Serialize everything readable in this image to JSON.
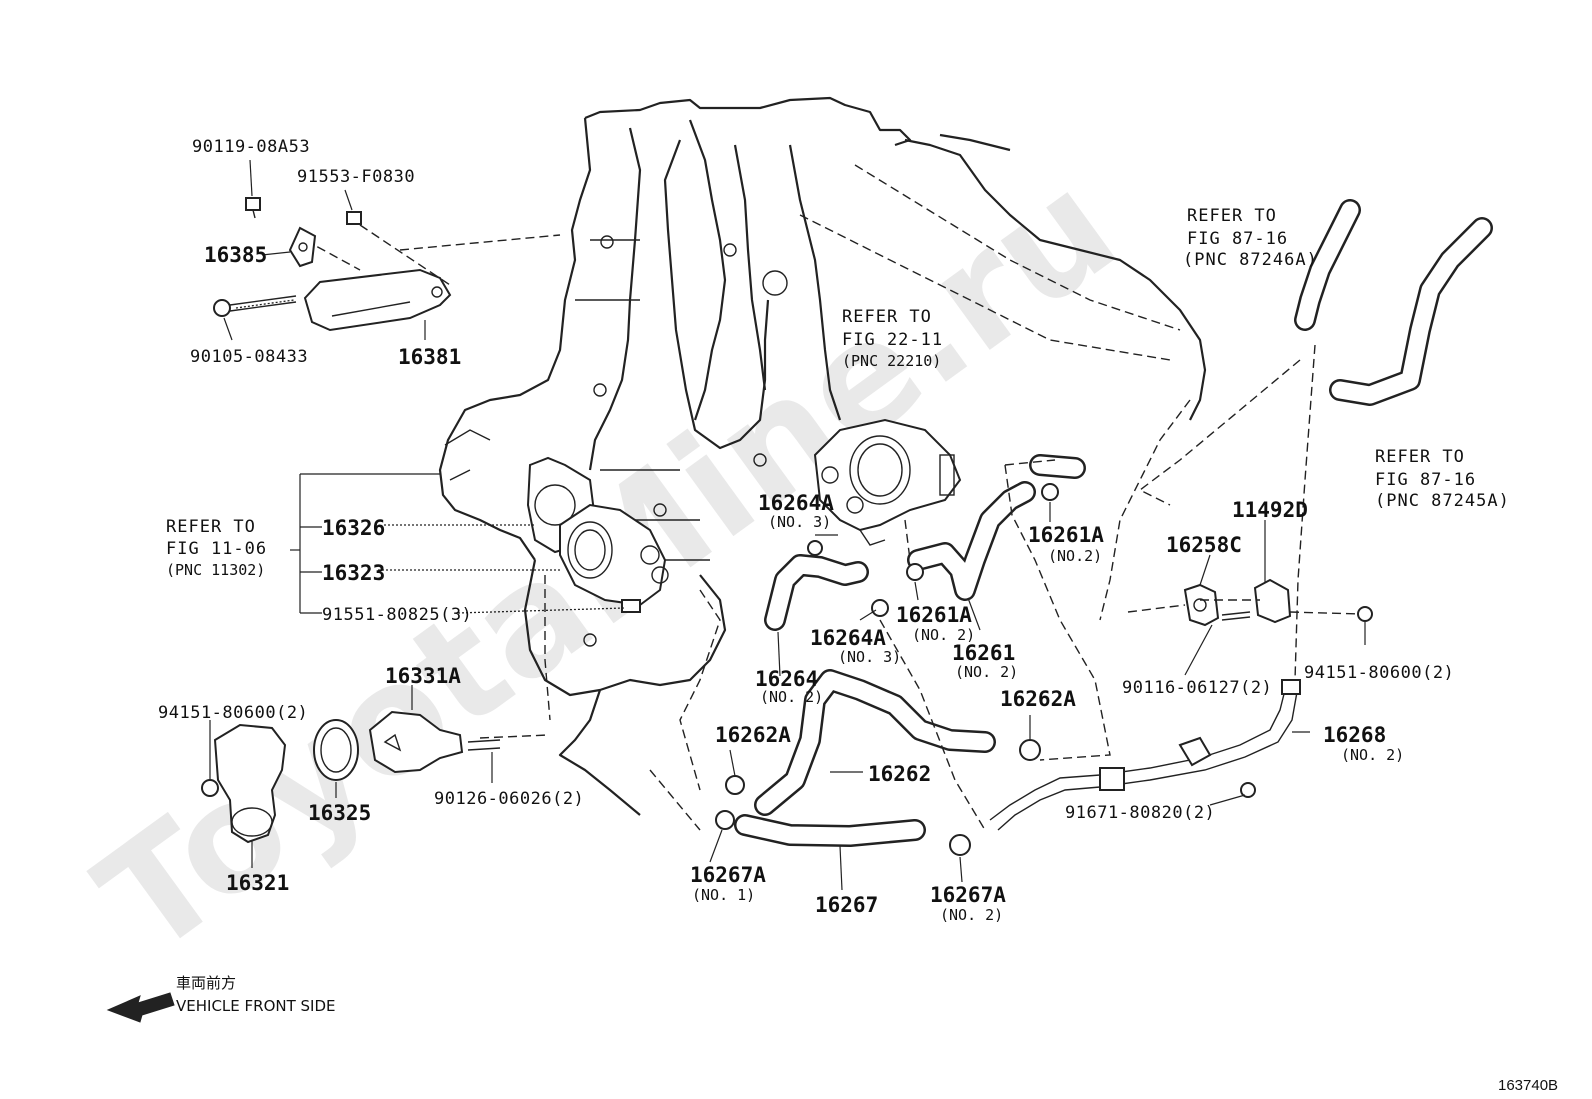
{
  "watermark": "ToyotaMine.ru",
  "figure_code": "163740B",
  "front_label": {
    "japanese": "車両前方",
    "english": "VEHICLE FRONT SIDE"
  },
  "refer_notes": [
    {
      "id": "ref-fig-22-11",
      "lines": [
        "REFER TO",
        "FIG 22-11",
        "(PNC 22210)"
      ]
    },
    {
      "id": "ref-fig-87-16-a",
      "lines": [
        "REFER TO",
        "FIG 87-16",
        "(PNC 87246A)"
      ]
    },
    {
      "id": "ref-fig-87-16-b",
      "lines": [
        "REFER TO",
        "FIG 87-16",
        "(PNC 87245A)"
      ]
    },
    {
      "id": "ref-fig-11-06",
      "lines": [
        "REFER TO",
        "FIG 11-06",
        "(PNC 11302)"
      ]
    }
  ],
  "parts": {
    "p90119_08A53": "90119-08A53",
    "p91553_F0830": "91553-F0830",
    "p16385": "16385",
    "p90105_08433": "90105-08433",
    "p16381": "16381",
    "p16326": "16326",
    "p16323": "16323",
    "p91551_80825": "91551-80825(3)",
    "p16331A": "16331A",
    "p94151_80600_left": "94151-80600(2)",
    "p16325": "16325",
    "p16321": "16321",
    "p90126_06026": "90126-06026(2)",
    "p16264A_top": "16264A",
    "p16264A_top_sub": "(NO. 3)",
    "p16264A_mid": "16264A",
    "p16264A_mid_sub": "(NO. 3)",
    "p16264": "16264",
    "p16264_sub": "(NO. 2)",
    "p16261A_right": "16261A",
    "p16261A_right_sub": "(NO.2)",
    "p16261A_left": "16261A",
    "p16261A_left_sub": "(NO. 2)",
    "p16261": "16261",
    "p16261_sub": "(NO. 2)",
    "p16262A_right": "16262A",
    "p16262A_left": "16262A",
    "p16262": "16262",
    "p16267A_left": "16267A",
    "p16267A_left_sub": "(NO. 1)",
    "p16267": "16267",
    "p16267A_right": "16267A",
    "p16267A_right_sub": "(NO. 2)",
    "p16258C": "16258C",
    "p11492D": "11492D",
    "p90116_06127": "90116-06127(2)",
    "p94151_80600_right": "94151-80600(2)",
    "p16268": "16268",
    "p16268_sub": "(NO. 2)",
    "p91671_80820": "91671-80820(2)"
  }
}
